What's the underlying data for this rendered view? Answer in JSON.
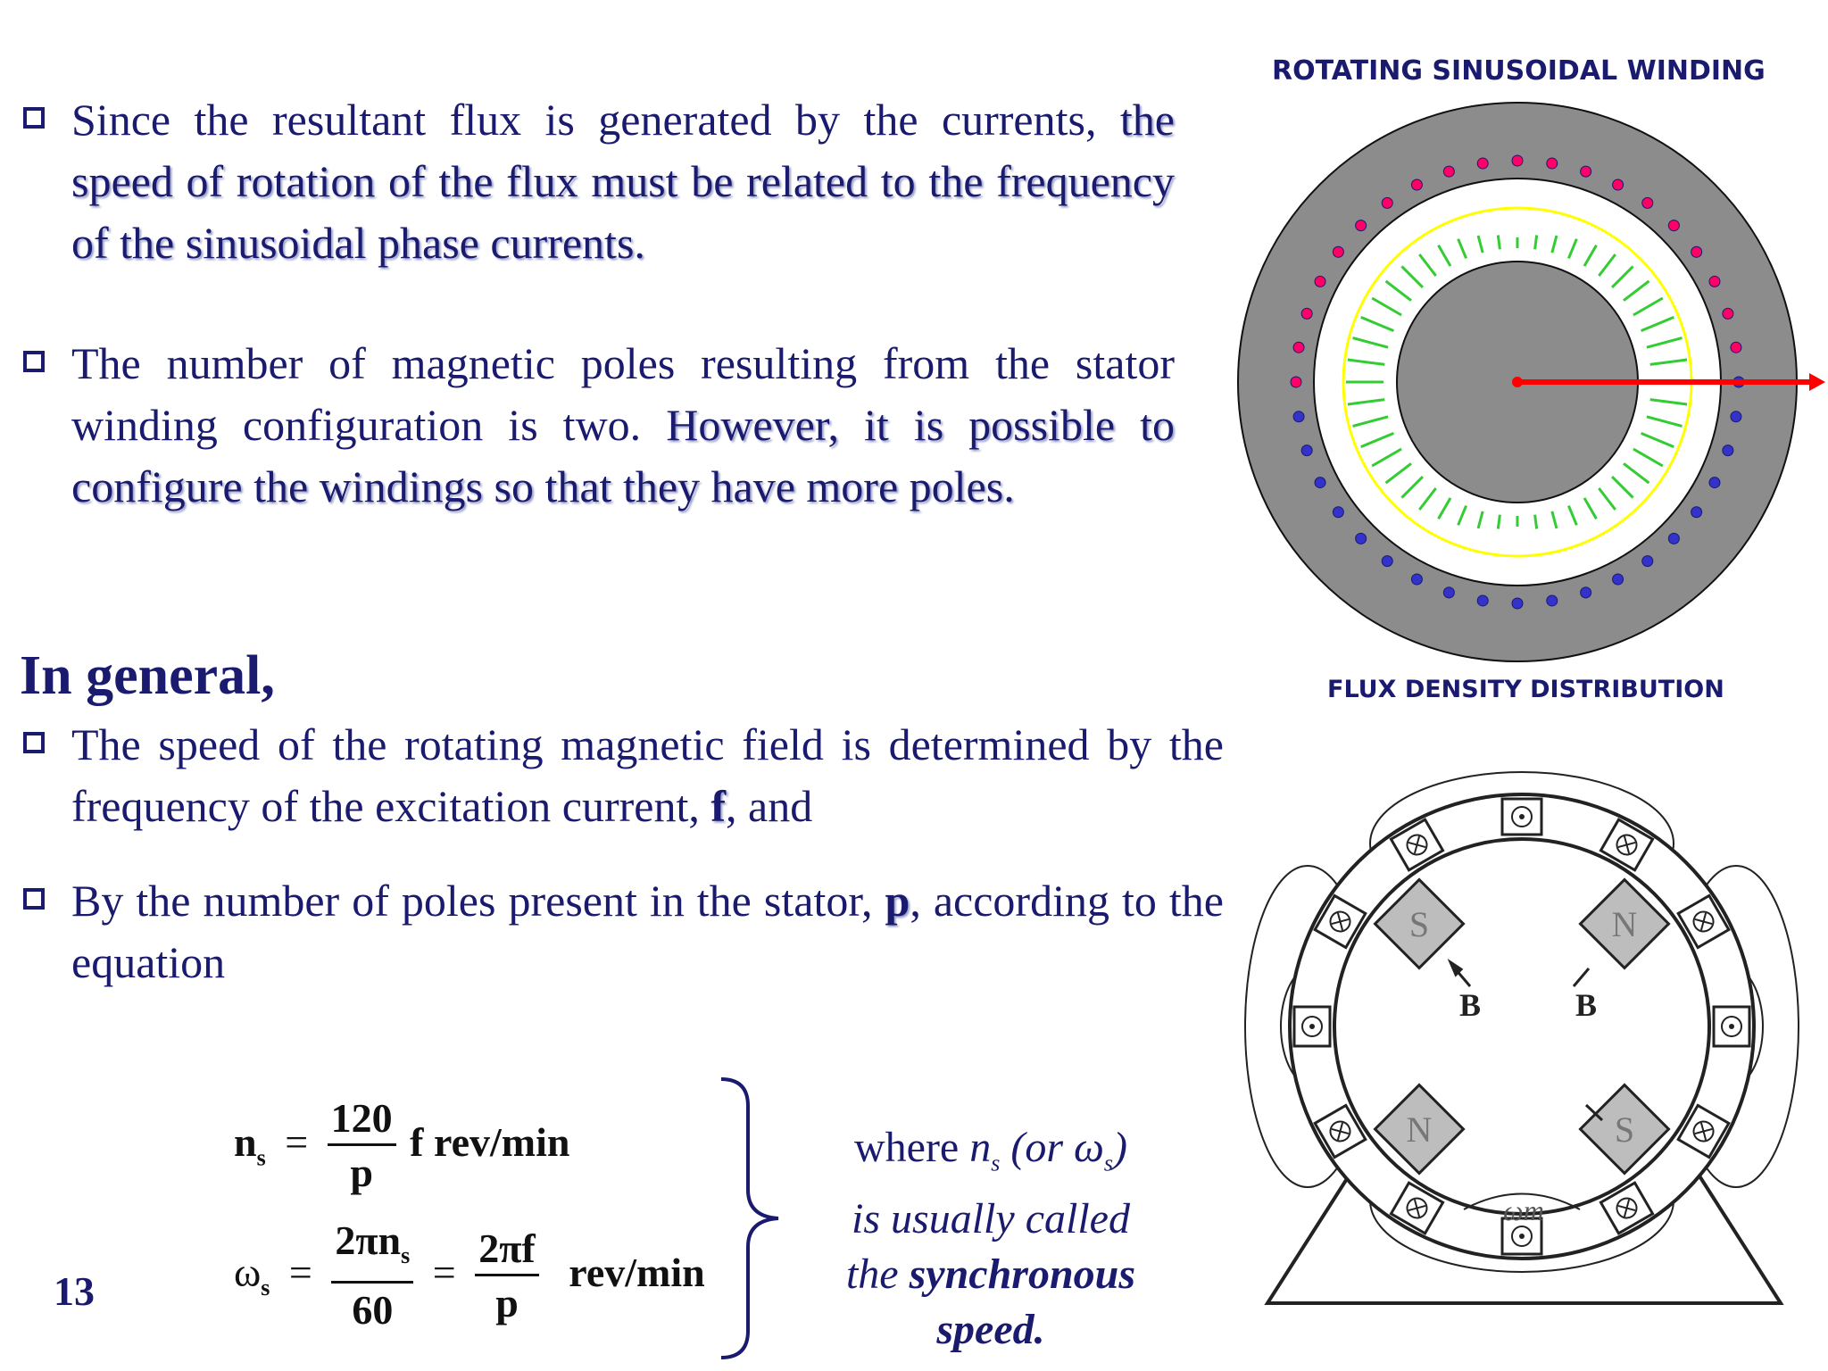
{
  "bullets": [
    {
      "parts": [
        "Since the resultant flux is generated by the currents, ",
        "the speed of rotation of the flux must be related to the frequency of the sinusoidal phase currents."
      ]
    },
    {
      "parts": [
        "The number of magnetic poles resulting from the stator winding configuration is two. ",
        "However, it is possible to configure the windings so that they have more poles."
      ]
    },
    {
      "parts": [
        "The speed of the rotating magnetic field is determined by the frequency of the excitation current, ",
        "f",
        ", and"
      ]
    },
    {
      "parts": [
        "By the number of poles present in the stator, ",
        "p",
        ", according to the equation"
      ]
    }
  ],
  "heading": "In general,",
  "page_number": "13",
  "equations": {
    "ns_lhs": "n",
    "ns_sub": "s",
    "eq": "=",
    "ns_num": "120",
    "ns_den": "p",
    "ns_tail": "f  rev/min",
    "ws_lhs": "ω",
    "ws_sub": "s",
    "ws_num1": "2πn",
    "ws_num1_sub": "s",
    "ws_den1": "60",
    "ws_num2": "2πf",
    "ws_den2": "p",
    "ws_tail": "rev/min"
  },
  "note": {
    "line1_a": "where ",
    "line1_n": "n",
    "line1_s": "s",
    "line1_b": " (or ω",
    "line1_s2": "s",
    "line1_c": ")",
    "line2": "is usually called",
    "line3_a": "the ",
    "line3_b": "synchronous",
    "line4": "speed."
  },
  "figure_top": {
    "title": "ROTATING SINUSOIDAL WINDING",
    "caption": "FLUX DENSITY DISTRIBUTION"
  },
  "figure_bottom": {
    "pole_labels": [
      "S",
      "N",
      "N",
      "S"
    ],
    "b_labels": [
      "B",
      "B"
    ],
    "omega_label": "ωm"
  },
  "colors": {
    "text": "#1a1a6e",
    "stator": "#8c8c8c",
    "flux_arrow": "#ff0000",
    "field_arrows": "#33cc33",
    "flux_ring": "#ffff00",
    "conductor_dots": "#ff0066"
  }
}
